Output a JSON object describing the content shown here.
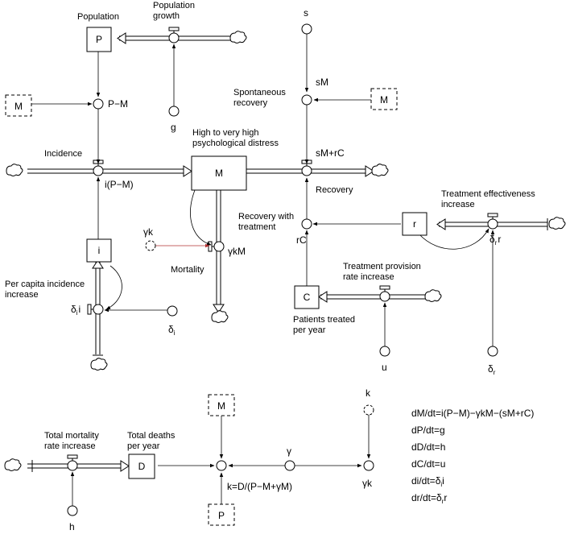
{
  "stocks": {
    "P": "P",
    "M": "M",
    "i": "i",
    "r": "r",
    "C": "C",
    "D": "D"
  },
  "shadows": {
    "M_top": "M",
    "M_right": "M",
    "M_bottom_top": "M",
    "P_bottom": "P"
  },
  "labels": {
    "population": "Population",
    "population_growth": [
      "Population",
      "growth"
    ],
    "incidence": "Incidence",
    "distress": [
      "High to very high",
      "psychological distress"
    ],
    "spontaneous_recovery": [
      "Spontaneous",
      "recovery"
    ],
    "recovery": "Recovery",
    "recovery_with_treatment": [
      "Recovery with",
      "treatment"
    ],
    "treatment_effectiveness": [
      "Treatment effectiveness",
      "increase"
    ],
    "treatment_provision": [
      "Treatment provision",
      "rate increase"
    ],
    "patients_treated": [
      "Patients treated",
      "per year"
    ],
    "per_capita_incidence": [
      "Per capita incidence",
      "increase"
    ],
    "mortality": "Mortality",
    "total_mortality": [
      "Total mortality",
      "rate increase"
    ],
    "total_deaths": [
      "Total deaths",
      "per year"
    ]
  },
  "vars": {
    "s": "s",
    "g": "g",
    "u": "u",
    "h": "h",
    "k": "k",
    "gamma_k_top": "γk",
    "gamma": "γ",
    "P_minus_M": "P−M",
    "sM": "sM",
    "sM_rC": "sM+rC",
    "iPM": "i(P−M)",
    "gamma_k_M": "γkM",
    "rC": "rC",
    "gamma_k_bottom": "γk",
    "k_formula": "k=D/(P−M+γM)"
  },
  "subscripts": {
    "delta_i_flow": {
      "base": "δ",
      "sub": "i",
      "tail": "i"
    },
    "delta_i_var": {
      "base": "δ",
      "sub": "i"
    },
    "delta_r_flow": {
      "base": "δ",
      "sub": "r",
      "tail": "r"
    },
    "delta_r_var": {
      "base": "δ",
      "sub": "r"
    }
  },
  "equations": {
    "e1": "dM/dt=i(P−M)−γkM−(sM+rC)",
    "e2": "dP/dt=g",
    "e3": "dD/dt=h",
    "e4": "dC/dt=u",
    "e5": {
      "pre": "di/dt=δ",
      "sub": "i",
      "post": "i"
    },
    "e6": {
      "pre": "dr/dt=δ",
      "sub": "r",
      "post": "r"
    }
  }
}
